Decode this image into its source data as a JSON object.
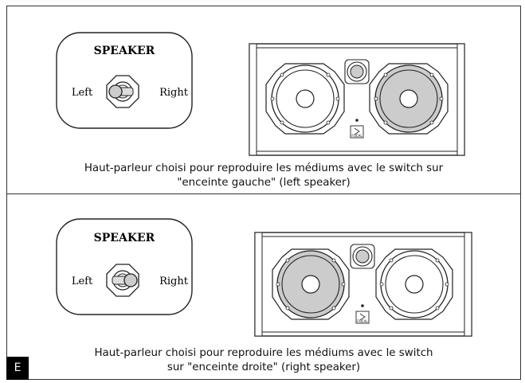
{
  "panels": [
    {
      "title": "SPEAKER",
      "left_label": "Left",
      "right_label": "Right",
      "switch_position": "left",
      "highlighted_woofer": "right",
      "brand": "FOCAL",
      "caption_line1": "Haut-parleur choisi pour reproduire les médiums avec le switch sur",
      "caption_line2": "\"enceinte gauche\" (left speaker)"
    },
    {
      "title": "SPEAKER",
      "left_label": "Left",
      "right_label": "Right",
      "switch_position": "right",
      "highlighted_woofer": "left",
      "brand": "FOCAL",
      "caption_line1": "Haut-parleur choisi pour reproduire les médiums avec le switch",
      "caption_line2": "sur \"enceinte droite\" (right speaker)"
    }
  ],
  "page_tab": "E",
  "colors": {
    "highlight": "#cccccc",
    "line": "#222222",
    "tab_bg": "#000000"
  }
}
